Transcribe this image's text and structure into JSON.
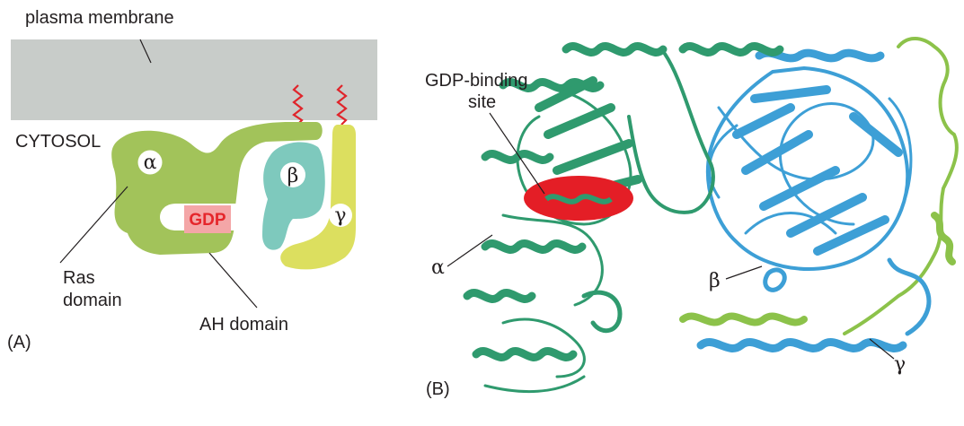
{
  "panel_a": {
    "panel_label": "(A)",
    "membrane_label": "plasma membrane",
    "cytosol_label": "CYTOSOL",
    "alpha_label": "α",
    "beta_label": "β",
    "gamma_label": "γ",
    "gdp_label": "GDP",
    "ras_domain_label_line1": "Ras",
    "ras_domain_label_line2": "domain",
    "ah_domain_label": "AH domain"
  },
  "panel_b": {
    "panel_label": "(B)",
    "gdp_site_label_line1": "GDP-binding",
    "gdp_site_label_line2": "site",
    "alpha_label": "α",
    "beta_label": "β",
    "gamma_label": "γ"
  },
  "colors": {
    "membrane": "#c8ccc9",
    "alpha_subunit": "#a2c35a",
    "beta_subunit": "#7ec9bd",
    "gamma_subunit": "#dcdf5f",
    "gdp_box": "#f4a6a7",
    "gdp_text": "#e5262b",
    "lipid_anchor": "#e0242a",
    "alpha_ribbon": "#2f9a6e",
    "beta_ribbon": "#3d9fd6",
    "gamma_ribbon": "#8cc24a",
    "gdp_site": "#e41e26"
  }
}
